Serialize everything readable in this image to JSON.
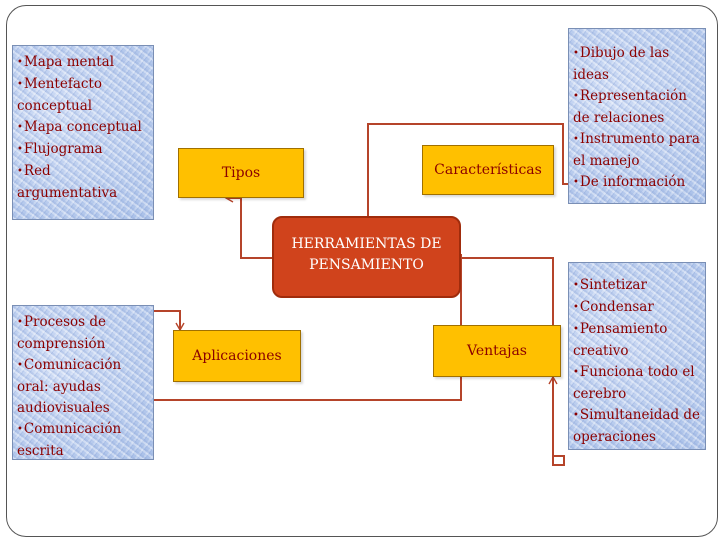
{
  "center": {
    "line1": "HERRAMIENTAS DE",
    "line2": "PENSAMIENTO"
  },
  "nodes": {
    "tipos": "Tipos",
    "caracteristicas": "Características",
    "aplicaciones": "Aplicaciones",
    "ventajas": "Ventajas"
  },
  "boxes": {
    "tipos": [
      "Mapa mental",
      "Mentefacto conceptual",
      "Mapa conceptual",
      "Flujograma",
      "Red argumentativa"
    ],
    "caracteristicas": [
      "Dibujo de las ideas",
      "Representación de relaciones",
      "Instrumento para el manejo",
      "De información"
    ],
    "aplicaciones": [
      "Procesos de comprensión",
      "Comunicación oral: ayudas audiovisuales",
      "Comunicación escrita"
    ],
    "ventajas": [
      "Sintetizar",
      "Condensar",
      "Pensamiento creativo",
      "Funciona todo el cerebro",
      "Simultaneidad de operaciones"
    ]
  },
  "colors": {
    "center_fill": "#d0431c",
    "node_fill": "#ffc000",
    "text": "#8b0000",
    "connector": "#b5442a",
    "box_fill": "#b8cdee"
  },
  "bullet_glyph": "•"
}
